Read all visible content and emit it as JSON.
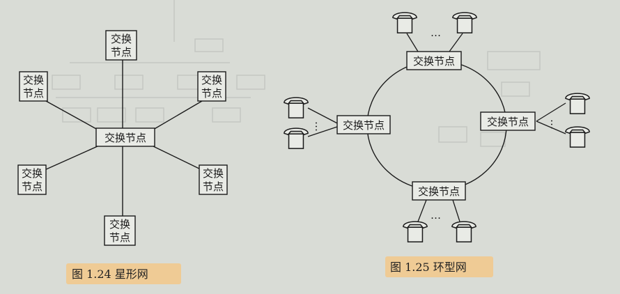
{
  "figures": [
    {
      "id": "star",
      "node_label": "交换节点",
      "node_label_split": [
        "交换",
        "节点"
      ],
      "caption": "图 1.24   星形网"
    },
    {
      "id": "ring",
      "node_label": "交换节点",
      "ellipsis": "…",
      "caption": "图 1.25   环型网"
    }
  ],
  "colors": {
    "paper": "#d9dcd6",
    "ink": "#1a1a1a",
    "highlight": "#f2c88a",
    "faint_print": "#b9bdb8"
  },
  "icons": [
    "telephone-icon"
  ]
}
